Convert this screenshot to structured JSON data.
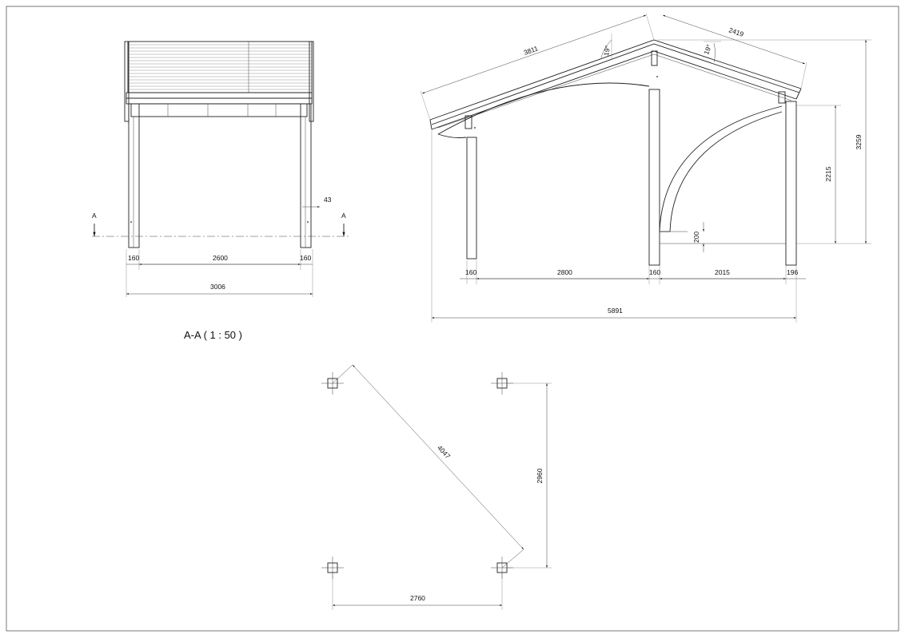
{
  "front_view": {
    "section_marker_left": "A",
    "section_marker_right": "A",
    "dims": {
      "post_left": "160",
      "clear_span": "2600",
      "post_right": "160",
      "overall_width": "3006",
      "offset": "43"
    }
  },
  "section": {
    "caption": "A-A ( 1 : 50 )",
    "dims": {
      "rafter_left": "3811",
      "rafter_right": "2419",
      "angle_left": "19°",
      "angle_right": "19°",
      "overall_height": "3259",
      "clear_height": "2215",
      "base_height": "200",
      "post_a": "160",
      "span_a": "2800",
      "post_b": "160",
      "span_b": "2015",
      "post_c": "196",
      "overall_length": "5891"
    }
  },
  "foundation_plan": {
    "dims": {
      "diagonal": "4047",
      "depth": "2960",
      "width": "2760"
    }
  }
}
